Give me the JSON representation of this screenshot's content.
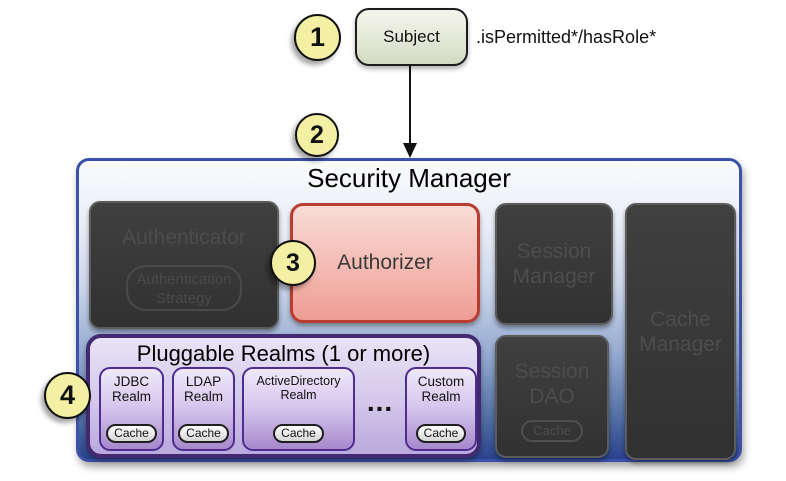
{
  "diagram": {
    "steps": [
      "1",
      "2",
      "3",
      "4"
    ],
    "subject": {
      "label": "Subject",
      "method_label": ".isPermitted*/hasRole*"
    },
    "security_manager": {
      "title": "Security Manager"
    },
    "authenticator": {
      "label": "Authenticator",
      "strategy_label": "Authentication Strategy"
    },
    "authorizer": {
      "label": "Authorizer"
    },
    "session_manager": {
      "label": "Session Manager"
    },
    "session_dao": {
      "label": "Session DAO",
      "cache_label": "Cache"
    },
    "cache_manager": {
      "label": "Cache Manager"
    },
    "realms": {
      "title": "Pluggable Realms (1 or more)",
      "ellipsis": "...",
      "items": [
        {
          "name": "JDBC Realm",
          "cache_label": "Cache"
        },
        {
          "name": "LDAP Realm",
          "cache_label": "Cache"
        },
        {
          "name": "ActiveDirectory Realm",
          "cache_label": "Cache"
        },
        {
          "name": "Custom Realm",
          "cache_label": "Cache"
        }
      ]
    }
  },
  "colors": {
    "step_badge_fill": "#f3f0a3",
    "subject_fill": "#e3e8d6",
    "security_manager_border": "#3c51a8",
    "authorizer_border": "#b83c30",
    "authorizer_fill": "#f4bab2",
    "dark_box_fill": "#353535",
    "realms_outer_border": "#432a70",
    "realm_border": "#4e2d90",
    "realm_fill": "#d4c4ec"
  }
}
